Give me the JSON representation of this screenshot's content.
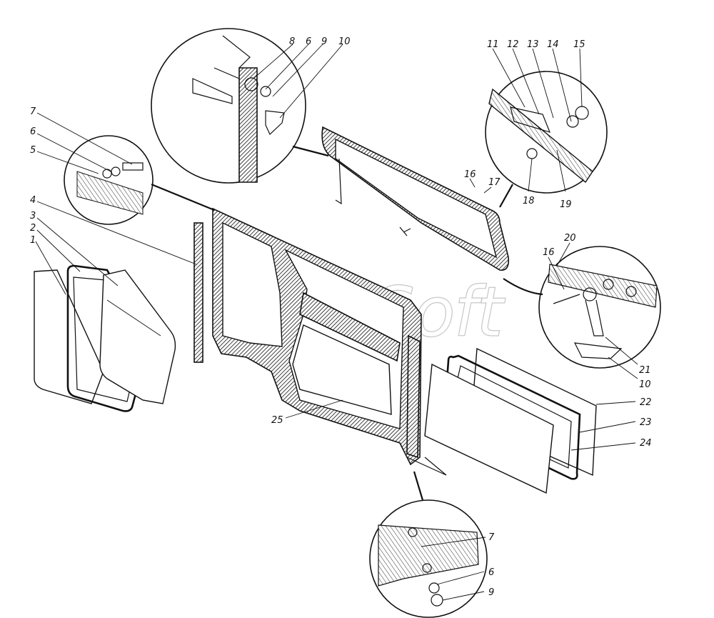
{
  "watermark": "AutoSoft",
  "callouts": {
    "c1": "1",
    "c2": "2",
    "c3": "3",
    "c4": "4",
    "c5": "5",
    "c6_left": "6",
    "c7_left": "7",
    "c8": "8",
    "c6_top": "6",
    "c9_top": "9",
    "c10_top": "10",
    "c11": "11",
    "c12": "12",
    "c13": "13",
    "c14": "14",
    "c15": "15",
    "c16_mid": "16",
    "c17": "17",
    "c18": "18",
    "c19": "19",
    "c20": "20",
    "c16_right": "16",
    "c21": "21",
    "c10_right": "10",
    "c22": "22",
    "c23": "23",
    "c24": "24",
    "c25": "25",
    "c7_bottom": "7",
    "c6_bottom": "6",
    "c9_bottom": "9"
  }
}
